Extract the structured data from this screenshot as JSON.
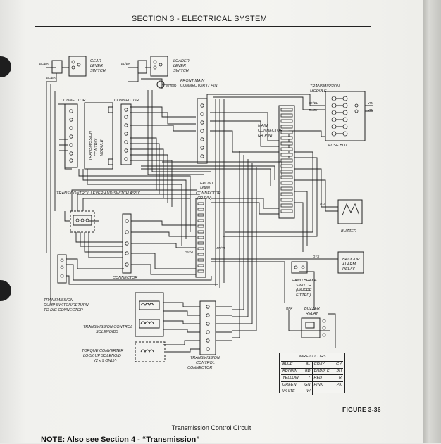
{
  "header": {
    "title": "SECTION 3 - ELECTRICAL SYSTEM"
  },
  "labels": {
    "gear_lever_switch": [
      "GEAR",
      "LEVER",
      "SWITCH"
    ],
    "loader_lever_switch": [
      "LOADER",
      "LEVER",
      "SWITCH"
    ],
    "front_main_connector_7": [
      "FRONT MAIN",
      "CONNECTOR (7 PIN)"
    ],
    "transmission_module": [
      "TRANSMISSION",
      "MODULE"
    ],
    "fuse_box": "FUSE BOX",
    "connector_left": "CONNECTOR",
    "connector_right": "CONNECTOR",
    "transmission_control_module": [
      "TRANSMISSION",
      "CONTROL",
      "MODULE"
    ],
    "main_connector_24": [
      "MAIN",
      "CONNECTOR",
      "(24 PIN)"
    ],
    "trans_control_lever": "TRANS CONTROL LEVER AND SWITCH ASSY.",
    "front_main_connector_22": [
      "FRONT",
      "MAIN",
      "CONNECTOR",
      "(22 PIN)"
    ],
    "buzzer": "BUZZER",
    "connector_mid": "CONNECTOR",
    "back_up_alarm_relay": [
      "BACK-UP",
      "ALARM",
      "RELAY"
    ],
    "hand_brake_switch": [
      "HAND BRAKE",
      "SWITCH",
      "(WHERE",
      "FITTED)"
    ],
    "buzzer_relay": [
      "BUZZER",
      "RELAY"
    ],
    "dump_switch": [
      "TRANSMISSION",
      "DUMP SWITCH/RETURN",
      "TO DIG CONNECTOR"
    ],
    "trans_solenoids": [
      "TRANSMISSION CONTROL",
      "SOLENOIDS"
    ],
    "torque_converter": [
      "TORQUE CONVERTER",
      "LOCK UP SOLENOID",
      "(2 x 9 ONLY)"
    ],
    "trans_control_connector": [
      "TRANSMISSION",
      "CONTROL",
      "CONNECTOR"
    ]
  },
  "wire_tags": {
    "bl_br_1": "BL/BR",
    "bl_br_2": "BL/BR",
    "bl_br_3": "BL/BR",
    "bl_wh": "BL/WH",
    "gy_bl": "GY/BL",
    "bl_gy": "BL/GY",
    "wh_yl": "WH/YL",
    "gy_yl": "GY/YL",
    "vw": "VW",
    "vw2": "VW",
    "gn": "GN",
    "rpk": "RPK",
    "dys": "DYS"
  },
  "legend": {
    "title": "WIRE COLORS",
    "rows": [
      [
        {
          "name": "BLUE",
          "code": "BL"
        },
        {
          "name": "GRAY",
          "code": "GY"
        }
      ],
      [
        {
          "name": "BROWN",
          "code": "BR"
        },
        {
          "name": "PURPLE",
          "code": "PU"
        }
      ],
      [
        {
          "name": "YELLOW",
          "code": "Y"
        },
        {
          "name": "RED",
          "code": "R"
        }
      ],
      [
        {
          "name": "GREEN",
          "code": "GN"
        },
        {
          "name": "PINK",
          "code": "PK"
        }
      ],
      [
        {
          "name": "WHITE",
          "code": "W"
        },
        {
          "name": "",
          "code": ""
        }
      ]
    ]
  },
  "figure_label": "FIGURE 3-36",
  "caption": "Transmission Control Circuit",
  "note": "NOTE: Also see Section 4 - “Transmission”"
}
